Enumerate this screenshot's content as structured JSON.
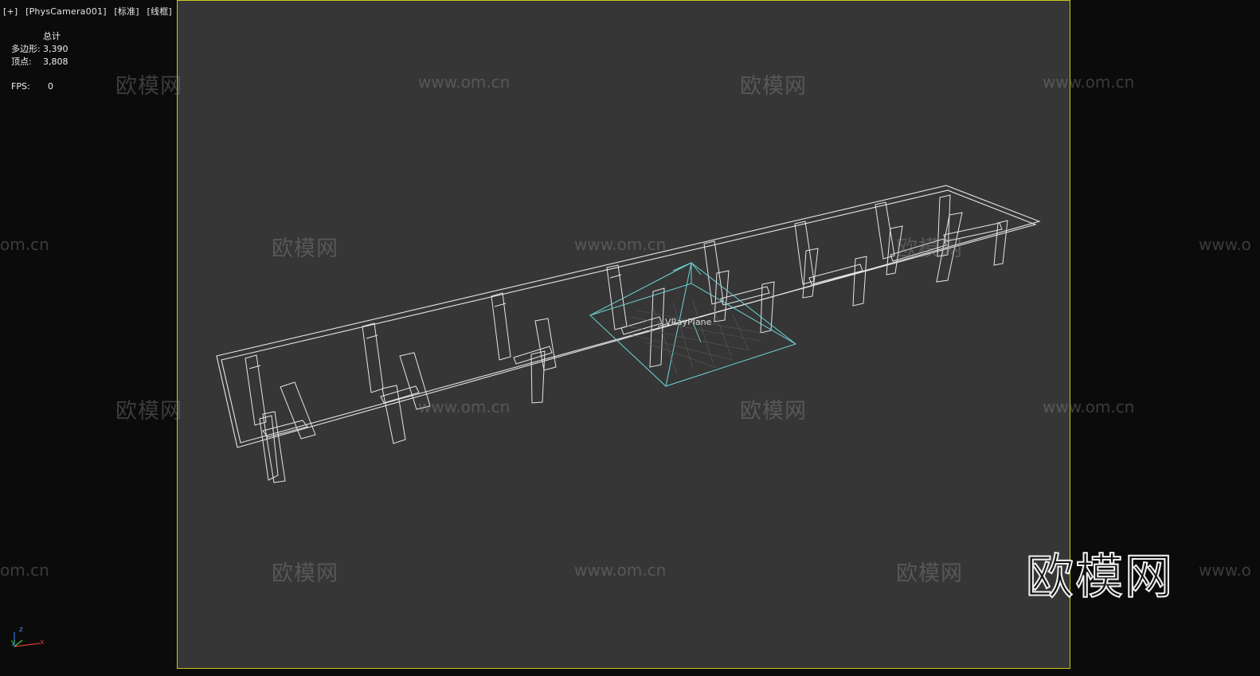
{
  "viewport_label": {
    "plus": "[+]",
    "camera": "[PhysCamera001]",
    "shading_mode": "[标准]",
    "display_mode": "[线框]"
  },
  "stats": {
    "header": "总计",
    "polygons_label": "多边形:",
    "polygons_value": "3,390",
    "vertices_label": "顶点:",
    "vertices_value": "3,808",
    "fps_label": "FPS:",
    "fps_value": "0"
  },
  "scene": {
    "light_label": "VRayPlane",
    "wireframe_color": "#e6e6e6",
    "light_color": "#6fd3d6",
    "viewport_bg": "#363636",
    "active_border": "#c8c81e"
  },
  "watermarks": {
    "cn": "欧模网",
    "url": "www.om.cn",
    "url_partial_left": "om.cn",
    "url_partial_right": "www.o"
  },
  "brand": {
    "logo_text": "欧模网"
  },
  "axis_gizmo": {
    "x": "x",
    "y": "y",
    "z": "z"
  }
}
